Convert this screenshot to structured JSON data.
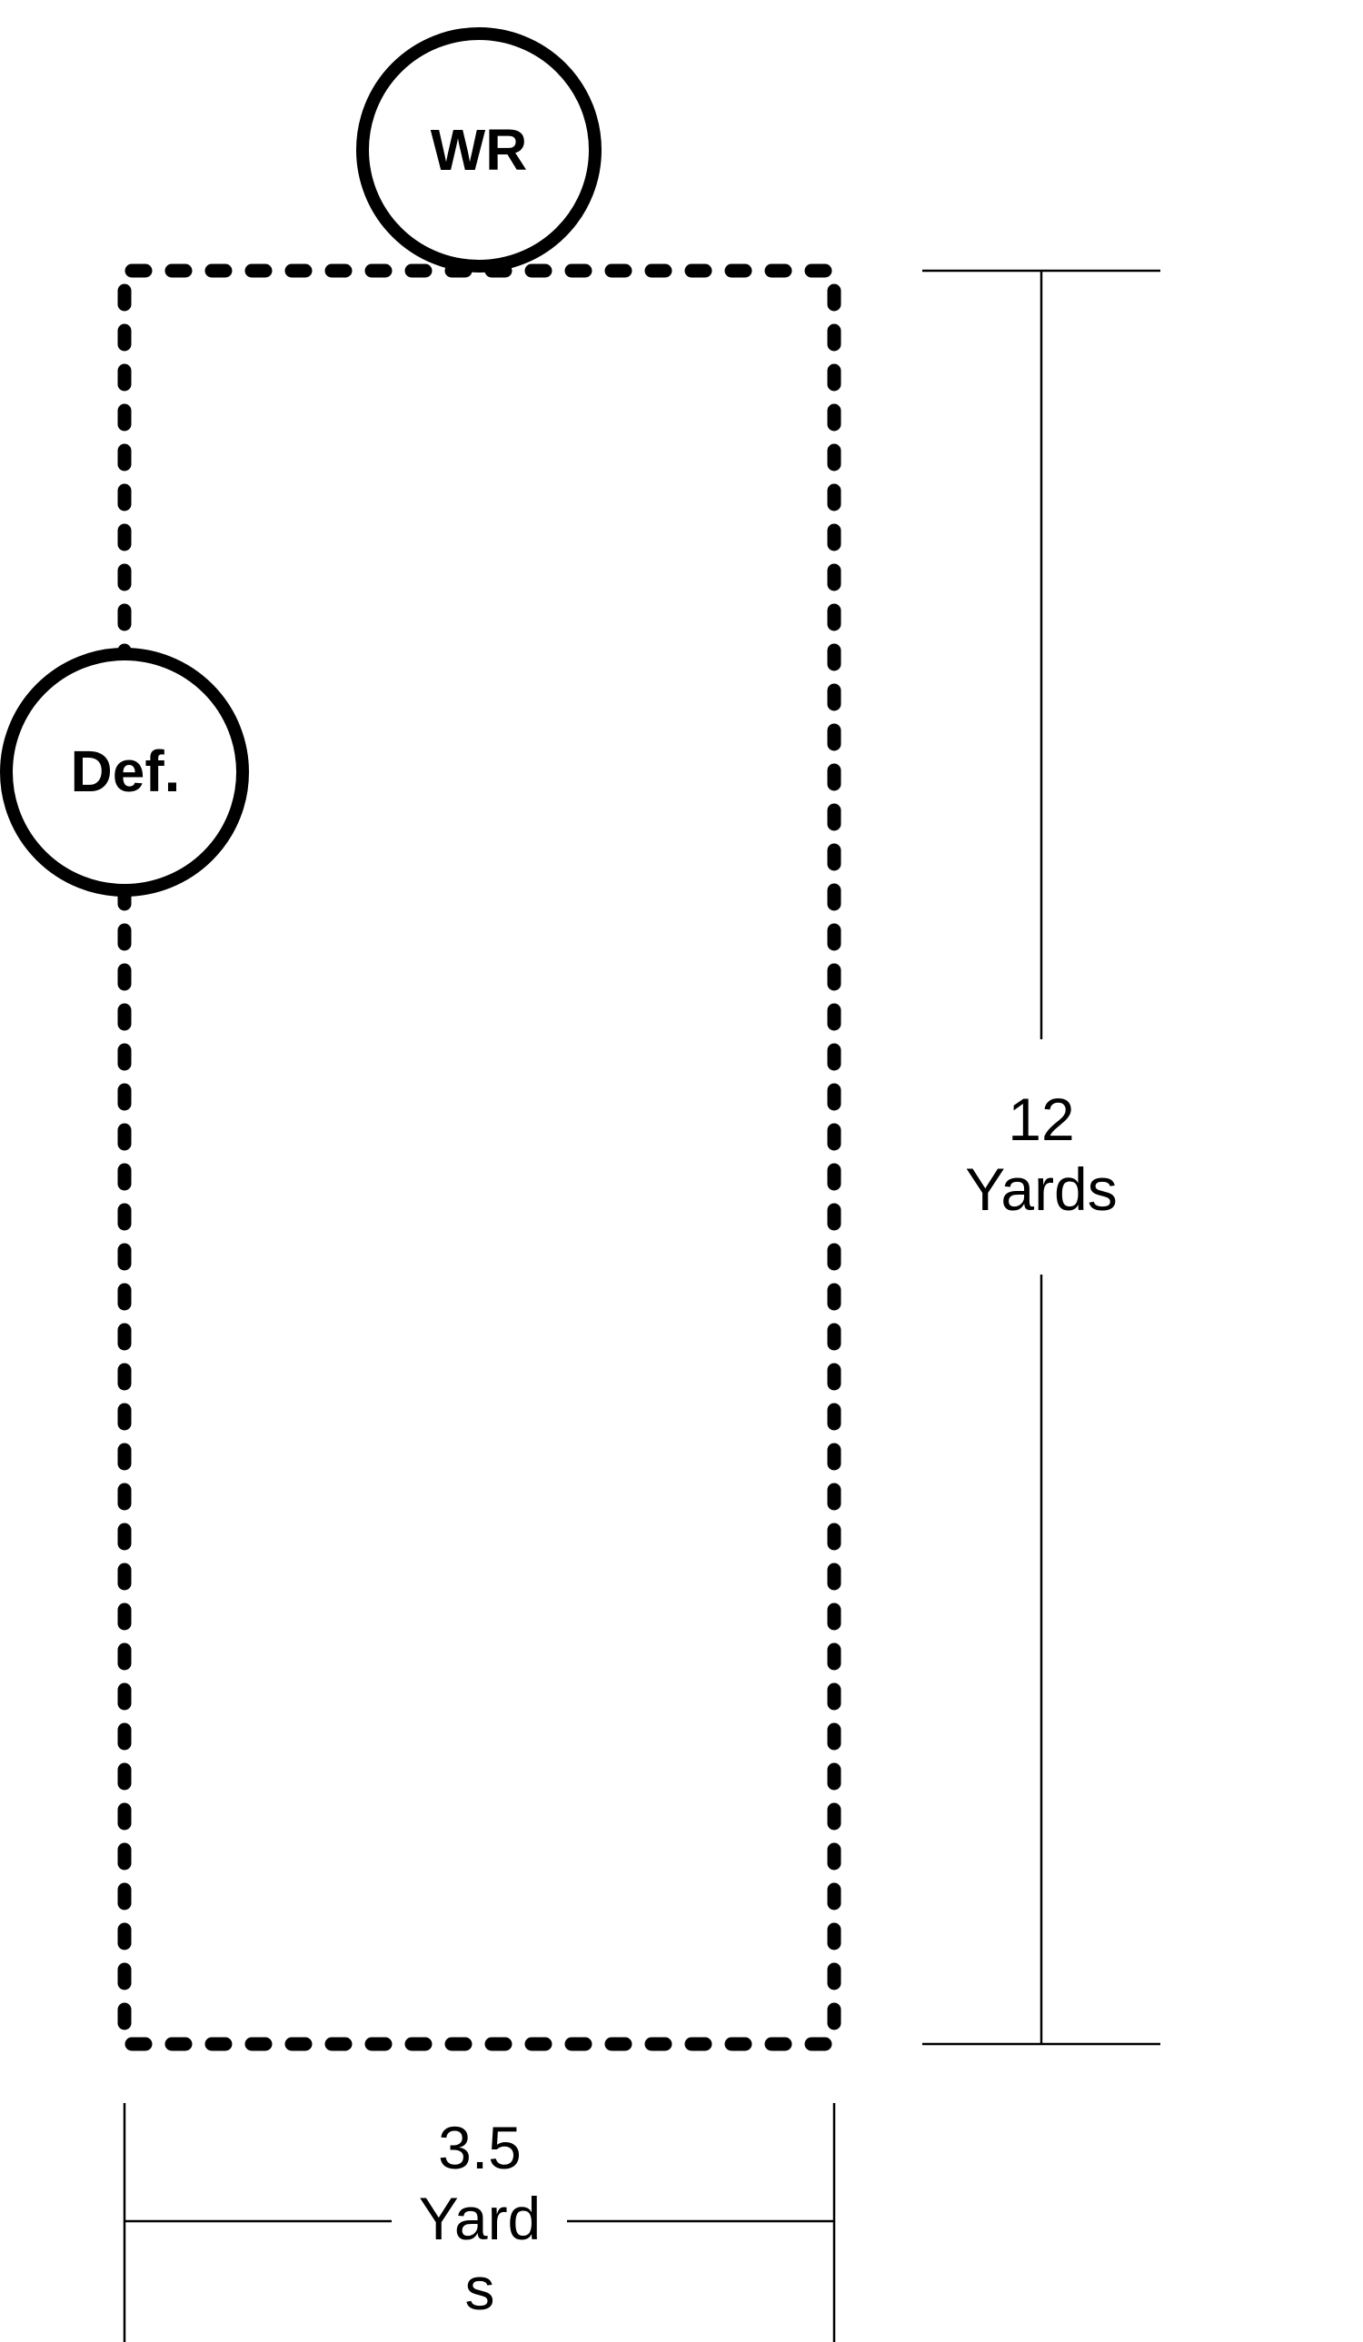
{
  "diagram": {
    "zone": {
      "width_label_line1": "3.5",
      "width_label_line2": "Yard",
      "width_label_line3": "s",
      "length_label_line1": "12",
      "length_label_line2": "Yards"
    },
    "players": {
      "receiver": "WR",
      "defender": "Def."
    },
    "colors": {
      "stroke": "#000000",
      "background": "#ffffff"
    }
  }
}
